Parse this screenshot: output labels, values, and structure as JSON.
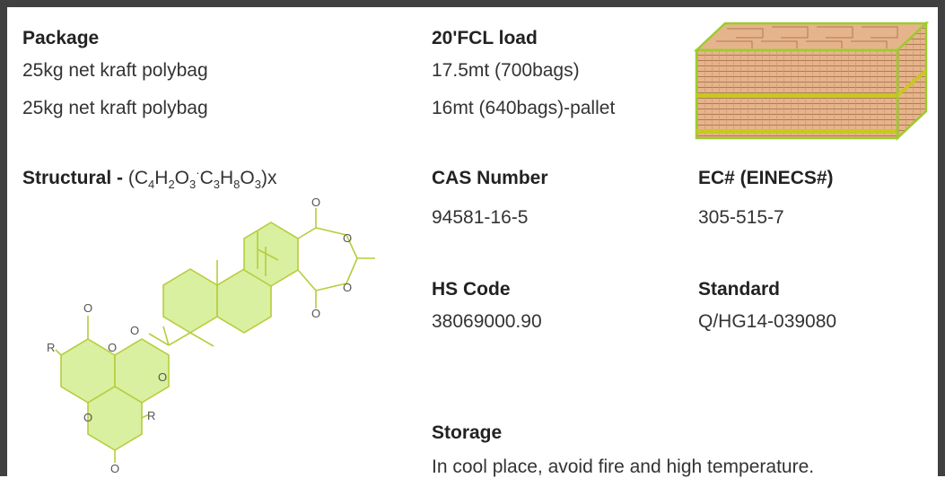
{
  "package": {
    "label": "Package",
    "line1": "25kg net kraft polybag",
    "line2": "25kg net kraft polybag"
  },
  "fcl": {
    "label": "20'FCL load",
    "line1": "17.5mt (700bags)",
    "line2": "16mt (640bags)-pallet"
  },
  "structural": {
    "label": "Structural -",
    "formula": {
      "open": "(C",
      "s1": "4",
      "h": "H",
      "s2": "2",
      "o": "O",
      "s3": "3",
      "dot": "·",
      "c": "C",
      "s4": "3",
      "h2": "H",
      "s5": "8",
      "o2": "O",
      "s6": "3",
      "close": ")x"
    },
    "atom_o": "O",
    "atom_r": "R"
  },
  "cas": {
    "label": "CAS Number",
    "value": "94581-16-5"
  },
  "ec": {
    "label": "EC# (EINECS#)",
    "value": "305-515-7"
  },
  "hs": {
    "label": "HS Code",
    "value": "38069000.90"
  },
  "standard": {
    "label": "Standard",
    "value": "Q/HG14-039080"
  },
  "storage": {
    "label": "Storage",
    "value": "In cool place, avoid fire and high temperature."
  },
  "colors": {
    "frame": "#404040",
    "ring_fill": "#d8f0a0",
    "bond": "#b8cc3c",
    "box_green": "#9ccc2c",
    "bag": "#e6b48c"
  }
}
